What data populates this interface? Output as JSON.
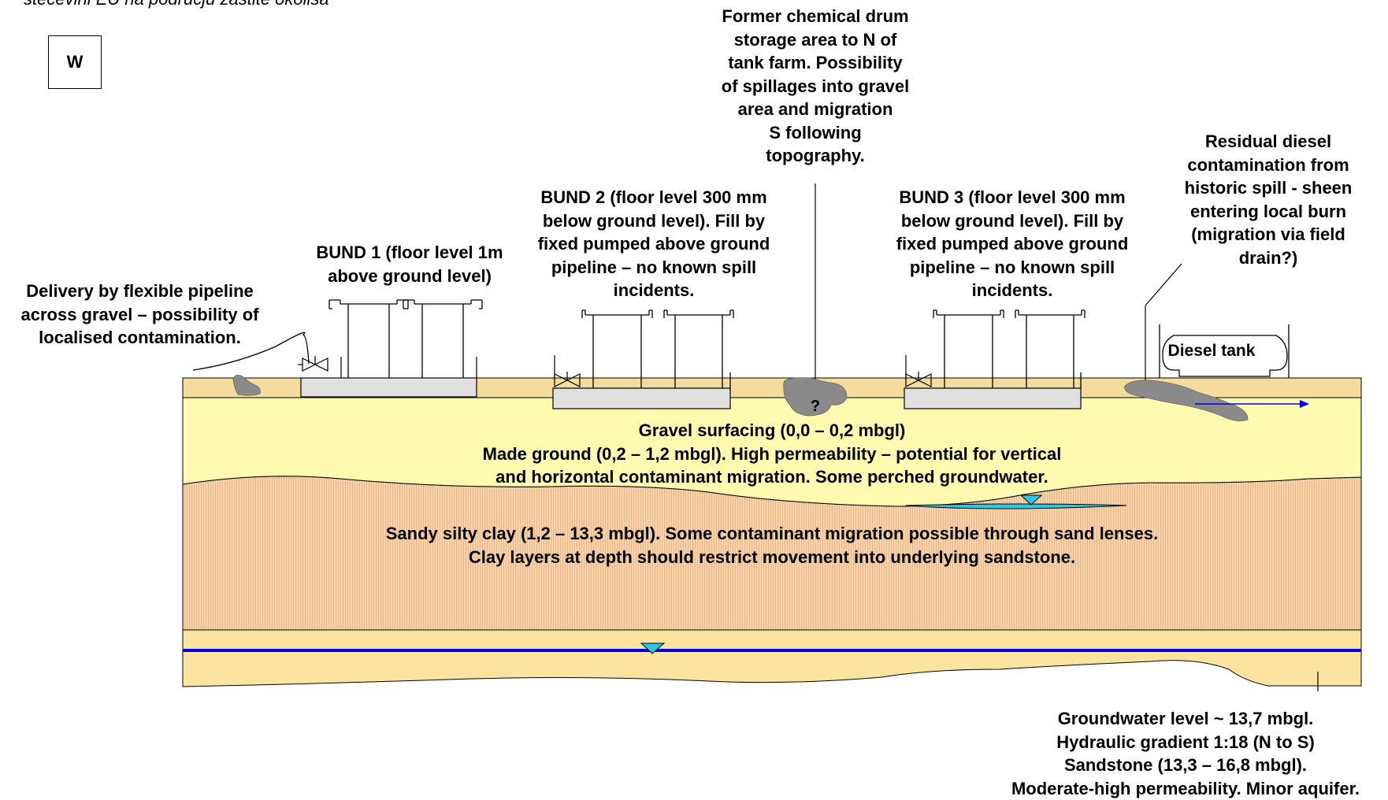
{
  "caption": "stečevini EU na području zaštite okoliša",
  "orientation_label": "W",
  "labels": {
    "delivery": [
      "Delivery by flexible pipeline",
      "across gravel – possibility of",
      "localised contamination."
    ],
    "bund1": [
      "BUND 1 (floor level 1m",
      "above ground level)"
    ],
    "bund2": [
      "BUND 2 (floor level 300 mm",
      "below ground level). Fill by",
      "fixed pumped above ground",
      "pipeline – no known spill",
      "incidents."
    ],
    "drum": [
      "Former chemical drum",
      "storage area to N of",
      "tank farm. Possibility",
      "of spillages into gravel",
      "area and migration",
      "S following",
      "topography."
    ],
    "bund3": [
      "BUND 3 (floor level 300 mm",
      "below ground level). Fill by",
      "fixed pumped above ground",
      "pipeline – no known spill",
      "incidents."
    ],
    "diesel_residual": [
      "Residual diesel",
      "contamination from",
      "historic spill -  sheen",
      "entering local burn",
      "(migration via field",
      "drain?)"
    ],
    "diesel_tank": "Diesel tank",
    "unknown": "?",
    "gravel": [
      "Gravel surfacing (0,0 – 0,2 mbgl)",
      "Made ground (0,2 – 1,2 mbgl). High permeability – potential for vertical",
      "and horizontal contaminant migration. Some perched groundwater."
    ],
    "clay": [
      "Sandy silty clay (1,2 – 13,3 mbgl). Some contaminant migration possible through sand lenses.",
      "Clay layers at depth should restrict movement into underlying sandstone."
    ],
    "groundwater": [
      "Groundwater level ~ 13,7 mbgl.",
      "Hydraulic gradient 1:18 (N to S)",
      "Sandstone (13,3 – 16,8 mbgl).",
      "Moderate-high permeability. Minor aquifer."
    ]
  },
  "colors": {
    "gravel_surface": "#F3DC9C",
    "made_ground": "#FFFAB0",
    "clay": "#F8D3A9",
    "sandstone": "#FBE3A0",
    "water_table": "#0000E6",
    "perched_water": "#2CC8E6",
    "contamination": "#8A8A8A",
    "bund_floor": "#E0E0E0",
    "outline": "#000000"
  }
}
